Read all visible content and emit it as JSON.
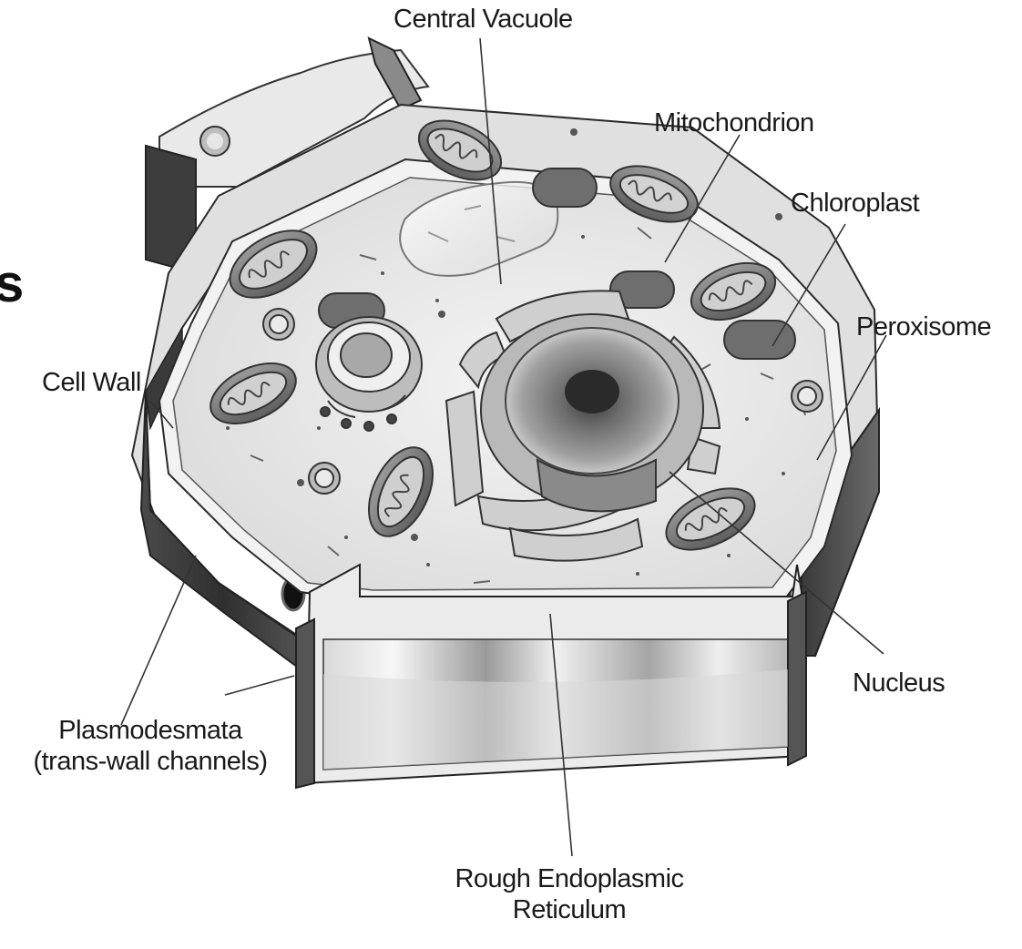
{
  "diagram": {
    "cutoff_glyph": "s",
    "labels": {
      "central_vacuole": "Central Vacuole",
      "mitochondrion": "Mitochondrion",
      "chloroplast": "Chloroplast",
      "peroxisome": "Peroxisome",
      "cell_wall": "Cell Wall",
      "nucleus": "Nucleus",
      "plasmodesmata_line1": "Plasmodesmata",
      "plasmodesmata_line2": "(trans-wall channels)",
      "rough_er_line1": "Rough Endoplasmic",
      "rough_er_line2": "Reticulum"
    }
  }
}
